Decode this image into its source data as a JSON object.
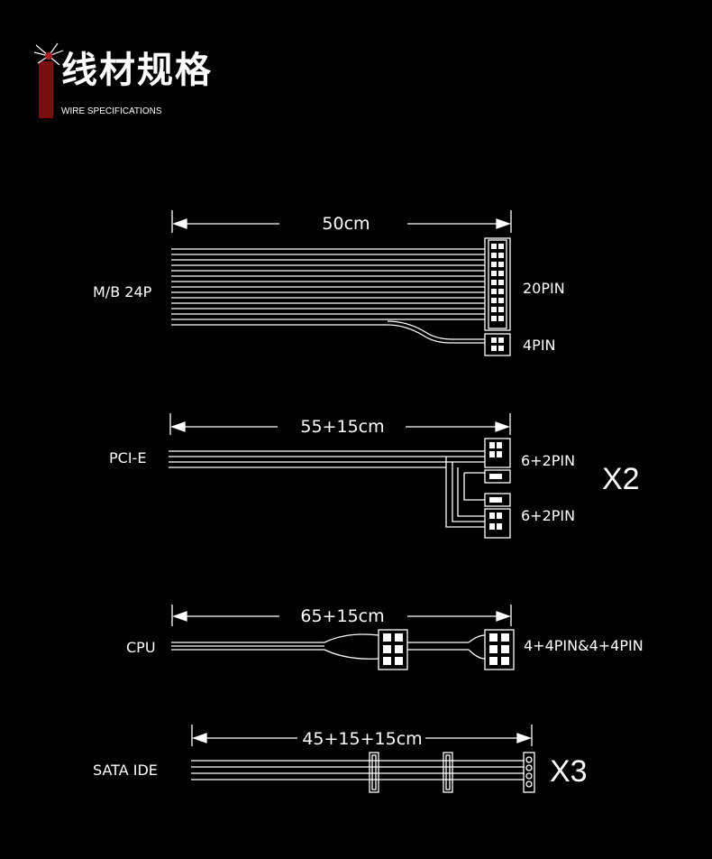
{
  "header": {
    "title": "线材规格",
    "subtitle": "WIRE SPECIFICATIONS"
  },
  "colors": {
    "background": "#000000",
    "line": "#ffffff",
    "accent": "#7a0d12"
  },
  "cables": [
    {
      "name": "M/B 24P",
      "length": "50cm",
      "connectors": [
        "20PIN",
        "4PIN"
      ],
      "multiplier": ""
    },
    {
      "name": "PCI-E",
      "length": "55+15cm",
      "connectors": [
        "6+2PIN",
        "6+2PIN"
      ],
      "multiplier": "X2"
    },
    {
      "name": "CPU",
      "length": "65+15cm",
      "connectors": [
        "4+4PIN&4+4PIN"
      ],
      "multiplier": ""
    },
    {
      "name": "SATA IDE",
      "length": "45+15+15cm",
      "connectors": [],
      "multiplier": "X3"
    }
  ]
}
